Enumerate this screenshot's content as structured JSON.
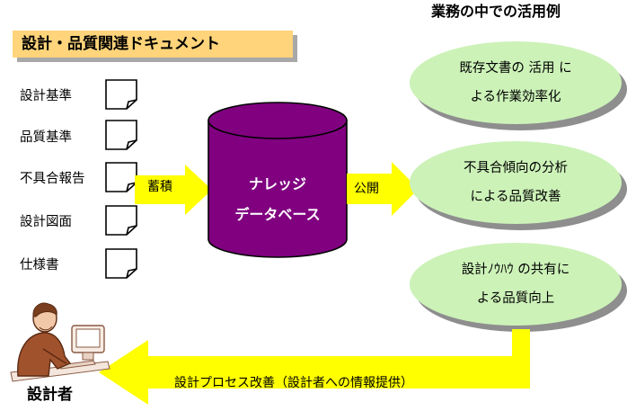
{
  "section_title": "設計・品質関連ドキュメント",
  "use_cases_title": "業務の中での活用例",
  "documents": [
    {
      "label": "設計基準"
    },
    {
      "label": "品質基準"
    },
    {
      "label": "不具合報告"
    },
    {
      "label": "設計図面"
    },
    {
      "label": "仕様書"
    }
  ],
  "store_arrow_label": "蓄積",
  "publish_arrow_label": "公開",
  "database": {
    "line1": "ナレッジ",
    "line2": "データベース"
  },
  "use_cases": [
    {
      "line1": "既存文書の 活用 に",
      "line2": "よる作業効率化"
    },
    {
      "line1": "不具合傾向の分析",
      "line2": "による品質改善"
    },
    {
      "line1": "設計ﾉｳﾊｳ の共有に",
      "line2": "よる品質向上"
    }
  ],
  "feedback_label": "設計プロセス改善（設計者への情報提供）",
  "designer_label": "設計者",
  "colors": {
    "arrow": "#ffff00",
    "cylinder": "#800080",
    "ellipse": "#ccf2b8",
    "title_box": "#ffd47a"
  }
}
